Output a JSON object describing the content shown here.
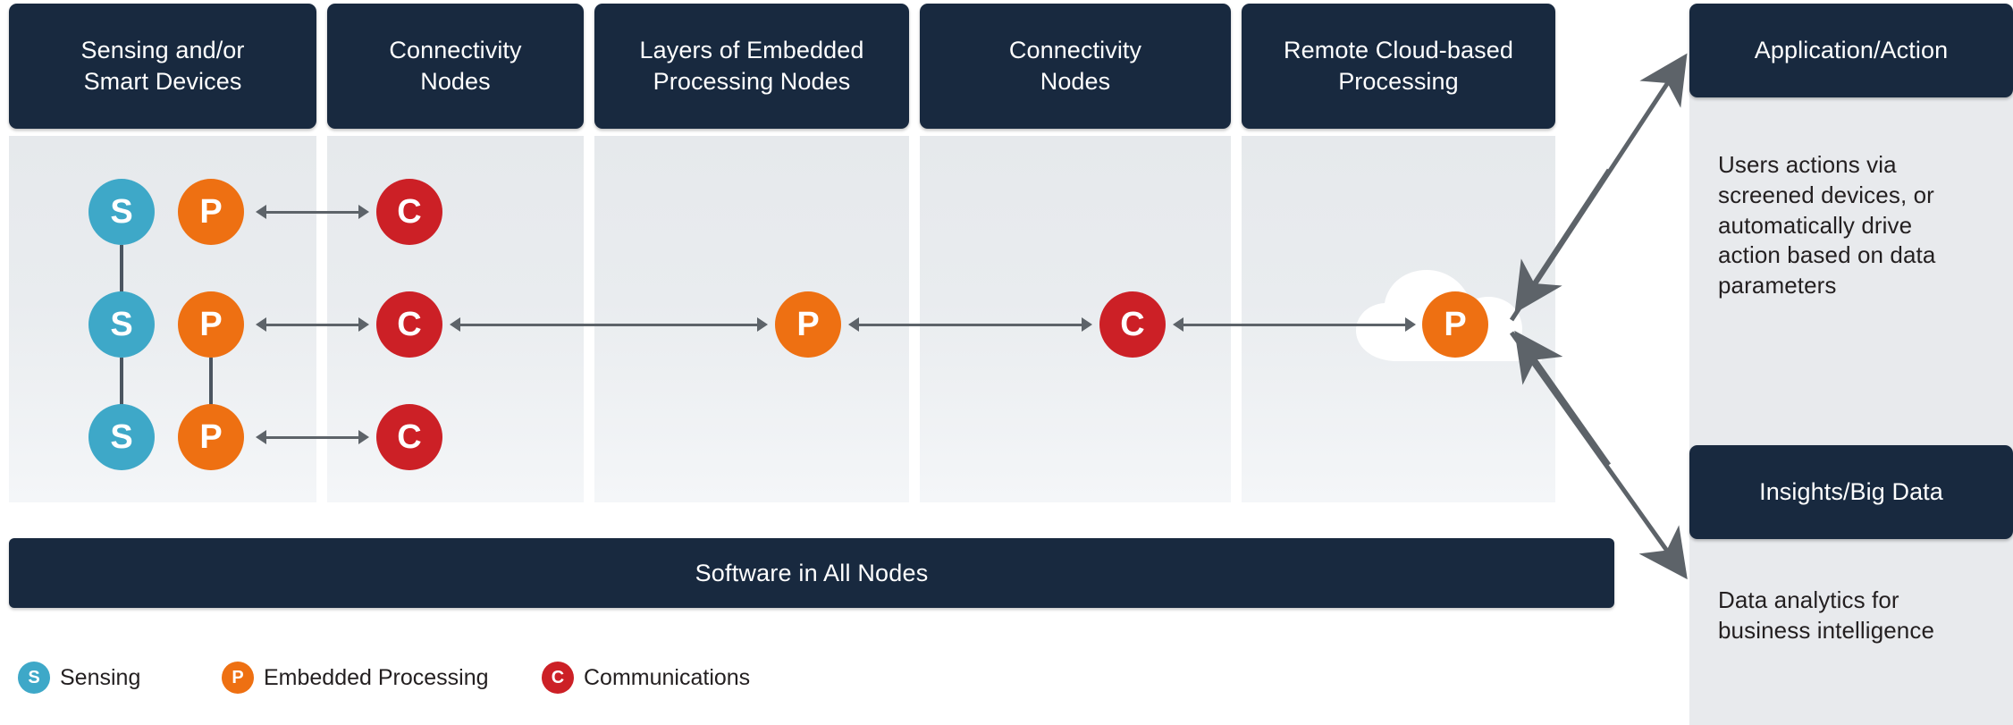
{
  "columns": [
    {
      "id": "sensing",
      "title": "Sensing and/or\nSmart Devices"
    },
    {
      "id": "connectivity-1",
      "title": "Connectivity\nNodes"
    },
    {
      "id": "embedded",
      "title": "Layers of Embedded\nProcessing Nodes"
    },
    {
      "id": "connectivity-2",
      "title": "Connectivity\nNodes"
    },
    {
      "id": "cloud",
      "title": "Remote Cloud-based\nProcessing"
    }
  ],
  "software_bar": {
    "label": "Software in All Nodes"
  },
  "nodes": {
    "sensing": [
      "S",
      "S",
      "S"
    ],
    "embedded_left": [
      "P",
      "P",
      "P"
    ],
    "connectivity_1": [
      "C",
      "C",
      "C"
    ],
    "embedded_mid": [
      "P"
    ],
    "connectivity_2": [
      "C"
    ],
    "cloud_processing": [
      "P"
    ]
  },
  "cloud_icon": {
    "name": "cloud-shape",
    "color": "#ffffff"
  },
  "right_panels": [
    {
      "id": "application-action",
      "title": "Application/Action",
      "body": "Users actions via screened devices, or automatically drive action based on data parameters"
    },
    {
      "id": "insights-big-data",
      "title": "Insights/Big Data",
      "body": "Data analytics for business intelligence"
    }
  ],
  "legend": [
    {
      "symbol": "S",
      "label": "Sensing",
      "color": "#3ea8c8"
    },
    {
      "symbol": "P",
      "label": "Embedded Processing",
      "color": "#ee7012"
    },
    {
      "symbol": "C",
      "label": "Communications",
      "color": "#cc2026"
    }
  ],
  "colors": {
    "header_dark": "#18293f",
    "sensing_blue": "#3ea8c8",
    "processing_orange": "#ee7012",
    "communications_red": "#cc2026",
    "arrow_gray": "#5d6369",
    "panel_gray": "#e8eaed"
  }
}
